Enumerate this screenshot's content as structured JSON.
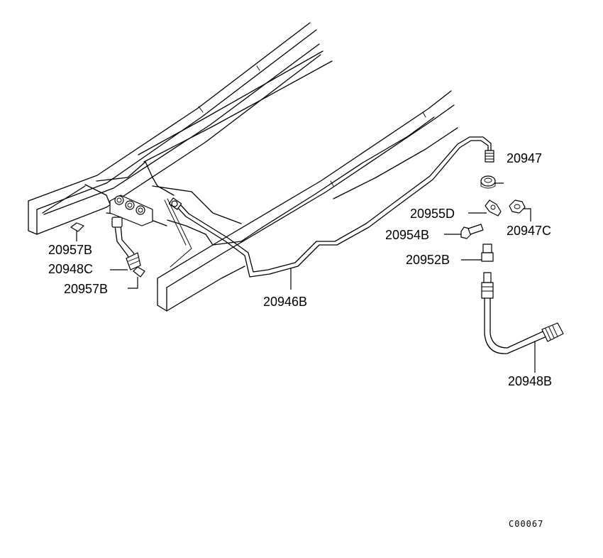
{
  "diagram": {
    "code": "C00067",
    "parts": [
      {
        "id": "p1",
        "label": "20947"
      },
      {
        "id": "p2",
        "label": "20955D"
      },
      {
        "id": "p3",
        "label": "20947C"
      },
      {
        "id": "p4",
        "label": "20954B"
      },
      {
        "id": "p5",
        "label": "20952B"
      },
      {
        "id": "p6",
        "label": "20946B"
      },
      {
        "id": "p7",
        "label": "20948B"
      },
      {
        "id": "p8",
        "label": "20957B"
      },
      {
        "id": "p9",
        "label": "20948C"
      },
      {
        "id": "p10",
        "label": "20957B"
      }
    ]
  }
}
